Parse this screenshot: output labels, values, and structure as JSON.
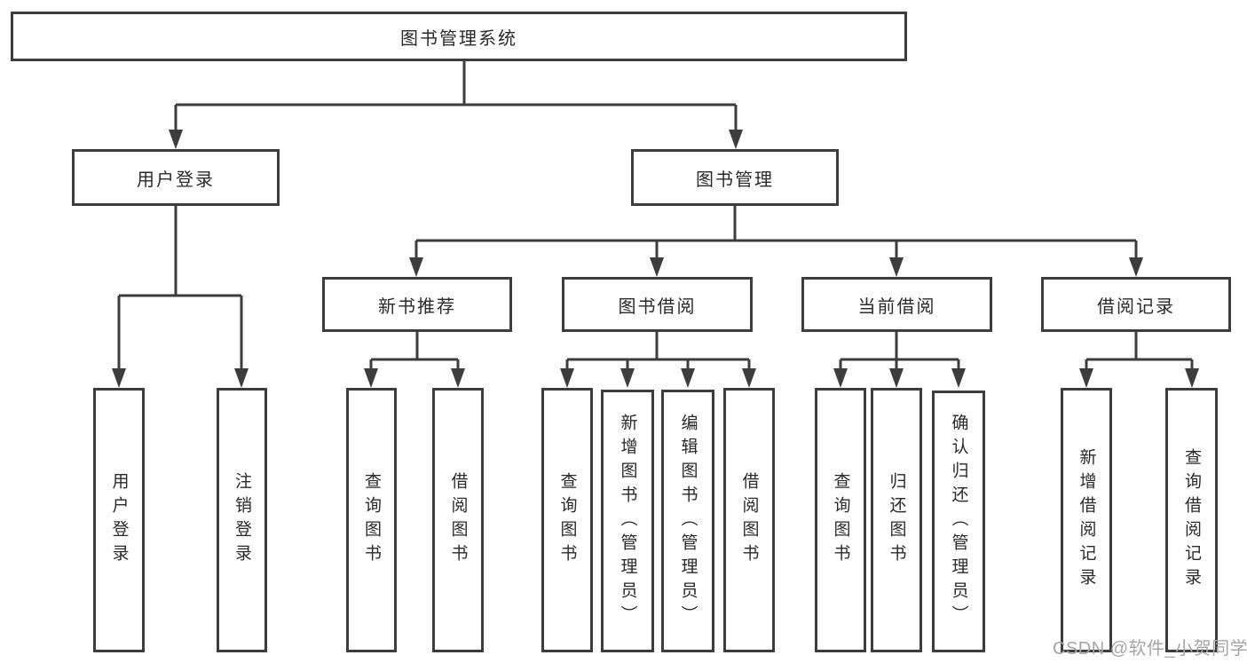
{
  "diagram_title": "图书管理系统",
  "tree": {
    "root": {
      "label": "图书管理系统"
    },
    "children": [
      {
        "label": "用户登录",
        "children": [
          {
            "label": "用户登录"
          },
          {
            "label": "注销登录"
          }
        ]
      },
      {
        "label": "图书管理",
        "children": [
          {
            "label": "新书推荐",
            "children": [
              {
                "label": "查询图书"
              },
              {
                "label": "借阅图书"
              }
            ]
          },
          {
            "label": "图书借阅",
            "children": [
              {
                "label": "查询图书"
              },
              {
                "label": "新增图书（管理员）"
              },
              {
                "label": "编辑图书（管理员）"
              },
              {
                "label": "借阅图书"
              }
            ]
          },
          {
            "label": "当前借阅",
            "children": [
              {
                "label": "查询图书"
              },
              {
                "label": "归还图书"
              },
              {
                "label": "确认归还（管理员）"
              }
            ]
          },
          {
            "label": "借阅记录",
            "children": [
              {
                "label": "新增借阅记录"
              },
              {
                "label": "查询借阅记录"
              }
            ]
          }
        ]
      }
    ]
  },
  "watermark": {
    "text": "CSDN @软件_小贺同学"
  },
  "colors": {
    "line": "#3d3d3d",
    "box_border": "#3d3d3d",
    "text": "#2a2a2a",
    "background": "#ffffff",
    "watermark": "#a6a6a6"
  }
}
